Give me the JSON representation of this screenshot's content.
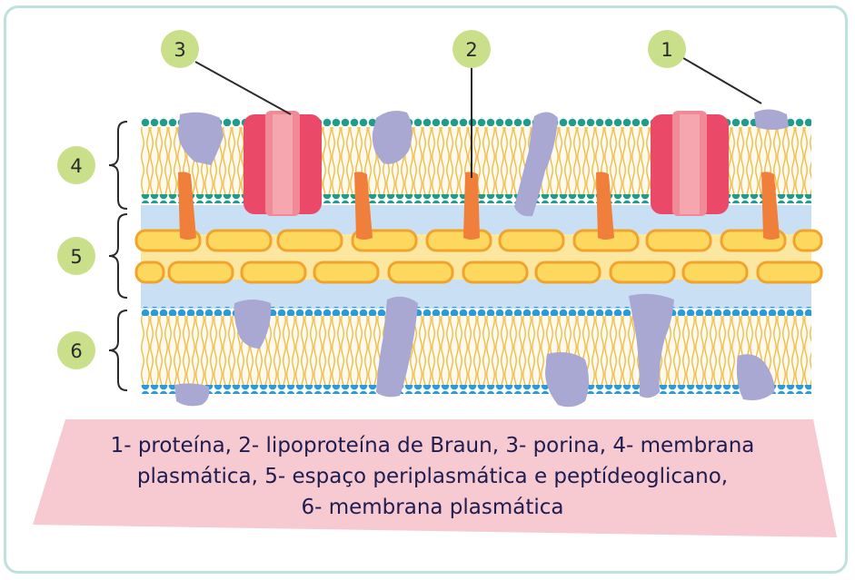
{
  "labels": {
    "porin_num": "3",
    "lipoprotein_num": "2",
    "protein_num": "1",
    "outer_membrane_num": "4",
    "periplasm_num": "5",
    "plasma_membrane_num": "6"
  },
  "caption": {
    "line1": "1- proteína, 2- lipoproteína de Braun, 3- porina, 4- membrana",
    "line2": "plasmática, 5- espaço periplasmática e peptídeoglicano,",
    "line3": "6- membrana plasmática"
  },
  "colors": {
    "frame": "#bfe1dd",
    "badge": "#c9df8a",
    "lipid_tail": "#f3c24a",
    "head_outer": "#1f9c8a",
    "head_inner": "#2a9ad8",
    "periplasm": "#c9e0f4",
    "peptidoglycan": "#fcd95e",
    "peptidoglycan_border": "#f2a32c",
    "lipoprotein": "#ef7f3a",
    "porin": "#ea4a67",
    "protein": "#a9a8d2",
    "caption_bg": "#f7c9d1",
    "caption_text": "#1d1d4f"
  }
}
